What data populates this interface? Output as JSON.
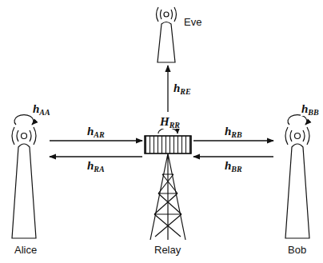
{
  "diagram": {
    "nodes": [
      {
        "text": [
          "Eve"
        ]
      },
      {
        "text": [
          "Alice"
        ]
      },
      {
        "text": [
          "Relay"
        ]
      },
      {
        "text": [
          "Bob"
        ]
      }
    ],
    "edges": [
      {
        "from": 2,
        "to": 0,
        "label": "hRE",
        "arrow": "to"
      },
      {
        "from": 1,
        "to": 2,
        "label": "hAR",
        "arrow": "to"
      },
      {
        "from": 2,
        "to": 1,
        "label": "hRA",
        "arrow": "to"
      },
      {
        "from": 2,
        "to": 3,
        "label": "hRB",
        "arrow": "to"
      },
      {
        "from": 3,
        "to": 2,
        "label": "hBR",
        "arrow": "to"
      }
    ],
    "labels": [
      "hAA",
      "HRR",
      "hBB"
    ]
  }
}
